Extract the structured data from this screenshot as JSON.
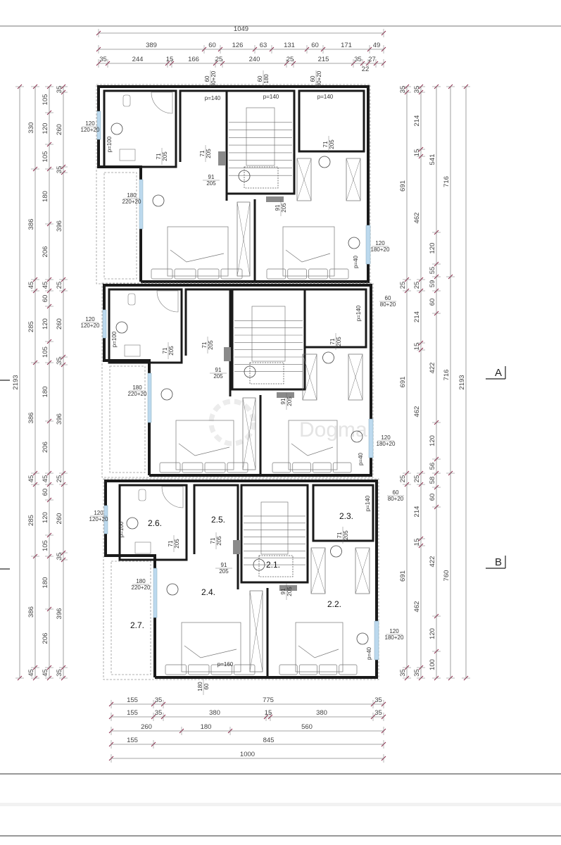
{
  "dimensions": {
    "top": [
      [
        "1049"
      ],
      [
        "389",
        "60",
        "126",
        "63",
        "131",
        "60",
        "171",
        "49"
      ],
      [
        "35",
        "244",
        "15",
        "166",
        "25",
        "240",
        "25",
        "215",
        "35",
        "22",
        "27"
      ]
    ],
    "bottom": [
      [
        "155",
        "35",
        "775",
        "35"
      ],
      [
        "155",
        "35",
        "380",
        "15",
        "380",
        "35"
      ],
      [
        "260",
        "180",
        "560"
      ],
      [
        "155",
        "845"
      ],
      [
        "1000"
      ]
    ],
    "left": [
      [
        "2193"
      ],
      [
        "330",
        "386",
        "45",
        "285",
        "386",
        "45",
        "285",
        "386",
        "45"
      ],
      [
        "105",
        "120",
        "105",
        "180",
        "206",
        "45",
        "60",
        "120",
        "105",
        "180",
        "206",
        "45",
        "60",
        "120",
        "105",
        "180",
        "206",
        "45"
      ],
      [
        "35",
        "260",
        "35",
        "396",
        "25",
        "260",
        "35",
        "396",
        "25",
        "260",
        "35",
        "396",
        "35"
      ]
    ],
    "right": [
      [
        "35",
        "691",
        "25",
        "691",
        "25",
        "691",
        "35"
      ],
      [
        "35",
        "214",
        "15",
        "462",
        "25",
        "214",
        "15",
        "462",
        "25",
        "214",
        "15",
        "462",
        "35"
      ],
      [
        "541",
        "120",
        "55",
        "59",
        "60",
        "422",
        "120",
        "56",
        "58",
        "60",
        "422",
        "120",
        "100"
      ],
      [
        "716",
        "716",
        "760"
      ],
      [
        "2193"
      ]
    ]
  },
  "sections": [
    "A",
    "B"
  ],
  "rooms": [
    "2.1.",
    "2.2.",
    "2.3.",
    "2.4.",
    "2.5.",
    "2.6.",
    "2.7."
  ],
  "annotations": [
    [
      "60",
      "80+20"
    ],
    [
      "60",
      "180"
    ],
    [
      "60",
      "80+20"
    ],
    [
      "p=140"
    ],
    [
      "p=140"
    ],
    [
      "p=140"
    ],
    [
      "120",
      "120+20"
    ],
    [
      "p=100"
    ],
    [
      "71",
      "205"
    ],
    [
      "71",
      "205"
    ],
    [
      "91",
      "205"
    ],
    [
      "180",
      "220+20"
    ],
    [
      "91",
      "205"
    ],
    [
      "71",
      "205"
    ],
    [
      "120",
      "180+20"
    ],
    [
      "p=40"
    ],
    [
      "120",
      "120+20"
    ],
    [
      "p=100"
    ],
    [
      "71",
      "205"
    ],
    [
      "71",
      "205"
    ],
    [
      "91",
      "205"
    ],
    [
      "180",
      "220+20"
    ],
    [
      "91",
      "205"
    ],
    [
      "71",
      "205"
    ],
    [
      "60",
      "80+20"
    ],
    [
      "p=140"
    ],
    [
      "120",
      "180+20"
    ],
    [
      "p=40"
    ],
    [
      "120",
      "120+20"
    ],
    [
      "p=100"
    ],
    [
      "71",
      "205"
    ],
    [
      "71",
      "205"
    ],
    [
      "91",
      "205"
    ],
    [
      "180",
      "220+20"
    ],
    [
      "91",
      "205"
    ],
    [
      "71",
      "205"
    ],
    [
      "60",
      "80+20"
    ],
    [
      "p=140"
    ],
    [
      "120",
      "180+20"
    ],
    [
      "p=40"
    ],
    [
      "p=160"
    ],
    [
      "180",
      "60"
    ]
  ],
  "watermark": "Dogma",
  "colors": {
    "wall": "#1a1a1a",
    "dimension_line": "#888888",
    "dimension_tick": "#8b2a4a",
    "window": "#bcd9ee",
    "door_marker": "#8a8a8a"
  }
}
